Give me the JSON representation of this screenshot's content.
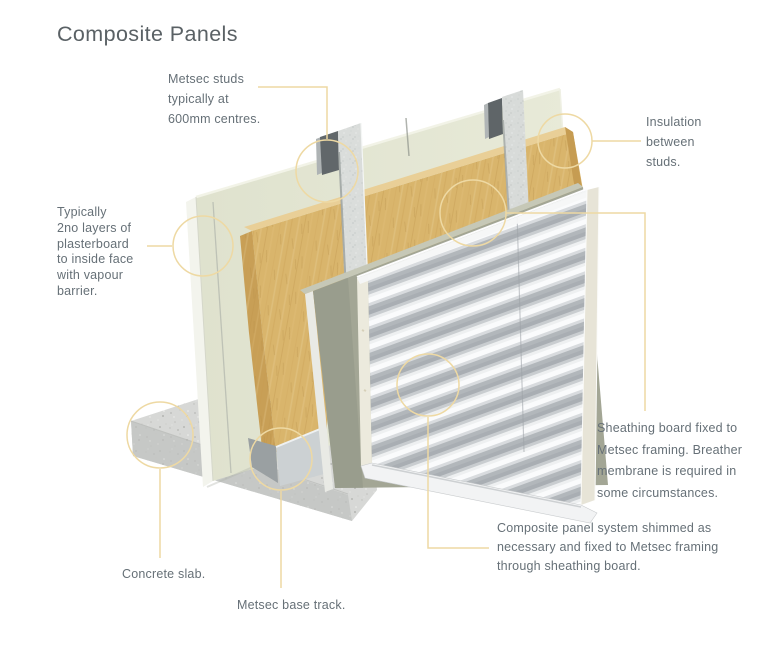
{
  "title": "Composite Panels",
  "labels": {
    "studs": "Metsec studs\ntypically at\n600mm centres.",
    "insulation": "Insulation\nbetween\nstuds.",
    "plasterboard": "Typically\n2no layers of\nplasterboard\nto inside face\nwith vapour\nbarrier.",
    "sheathing": "Sheathing board fixed to\nMetsec framing. Breather\nmembrane is required in\nsome circumstances.",
    "composite_panel": "Composite panel system shimmed as\nnecessary and fixed to Metsec framing\nthrough sheathing board.",
    "concrete_slab": "Concrete slab.",
    "base_track": "Metsec base track."
  },
  "colors": {
    "accent_callout": "#eed9a3",
    "label_text": "#667077",
    "title_text": "#5a6165",
    "plasterboard_face": "#e4e7d4",
    "plasterboard_edge": "#f3f4ed",
    "insulation": "#d9b56c",
    "insulation_top": "#e9cf97",
    "steel_stud": "#dadddb",
    "stud_opening": "#61676a",
    "sheathing_face": "#a3a695",
    "sheathing_top": "#c6c8b7",
    "panel_rib_light": "#fafbfc",
    "panel_rib_dark": "#a9aeb3",
    "panel_core": "#eceadd",
    "base_track_metal": "#ccd1d3",
    "concrete_top": "#d7d8d6",
    "concrete_front": "#c6c8c6",
    "background": "#ffffff"
  },
  "illustration": {
    "type": "isometric-wall-buildup-cutaway",
    "parts": [
      "plasterboard inner leaf",
      "metsec studs",
      "insulation",
      "sheathing board",
      "composite panel",
      "metsec base track",
      "concrete slab"
    ]
  }
}
